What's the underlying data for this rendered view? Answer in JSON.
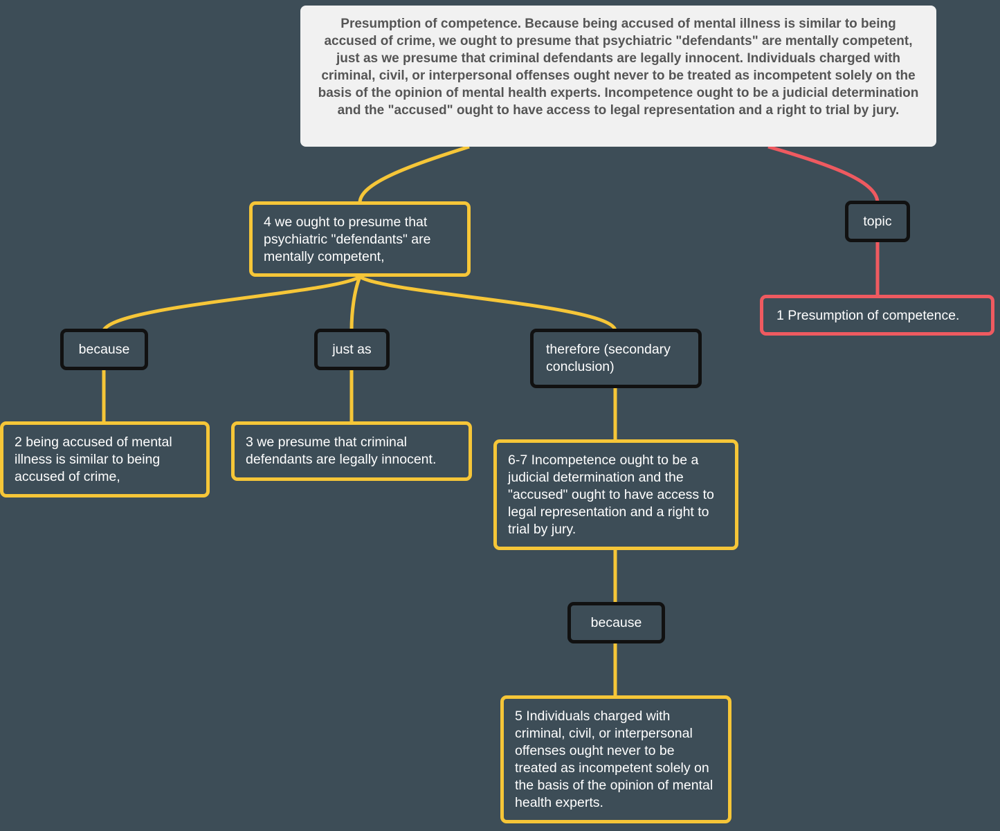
{
  "colors": {
    "background": "#3d4d57",
    "root_fill": "#f1f1f1",
    "root_text": "#555555",
    "yellow": "#f6c638",
    "red": "#ef5a60",
    "link_border": "#111111"
  },
  "root": {
    "text": "Presumption of competence. Because being accused of mental illness is similar to being accused of crime, we ought to presume that psychiatric \"defendants\" are mentally competent, just as we presume that criminal defendants are legally innocent. Individuals charged with criminal, civil, or interpersonal offenses ought never to be treated as incompetent solely on the basis of the opinion of mental health experts. Incompetence ought to be a judicial determination and the \"accused\" ought to have access to legal representation and a right to trial by jury."
  },
  "claims": {
    "c4": "4 we ought to presume that psychiatric \"defendants\" are mentally competent,",
    "c1": "1 Presumption of competence.",
    "c2": "2 being accused of mental illness is similar to being accused of crime,",
    "c3": "3 we presume that criminal defendants are legally innocent.",
    "c67": "6-7 Incompetence ought to be a judicial determination and the \"accused\" ought to have access to legal representation and a right to trial by jury.",
    "c5": "5 Individuals charged with criminal, civil, or interpersonal offenses ought never to be treated as incompetent solely on the basis of the opinion of mental health experts."
  },
  "links": {
    "topic": "topic",
    "because_left": "because",
    "just_as": "just as",
    "therefore": "therefore (secondary conclusion)",
    "because_bottom": "because"
  }
}
